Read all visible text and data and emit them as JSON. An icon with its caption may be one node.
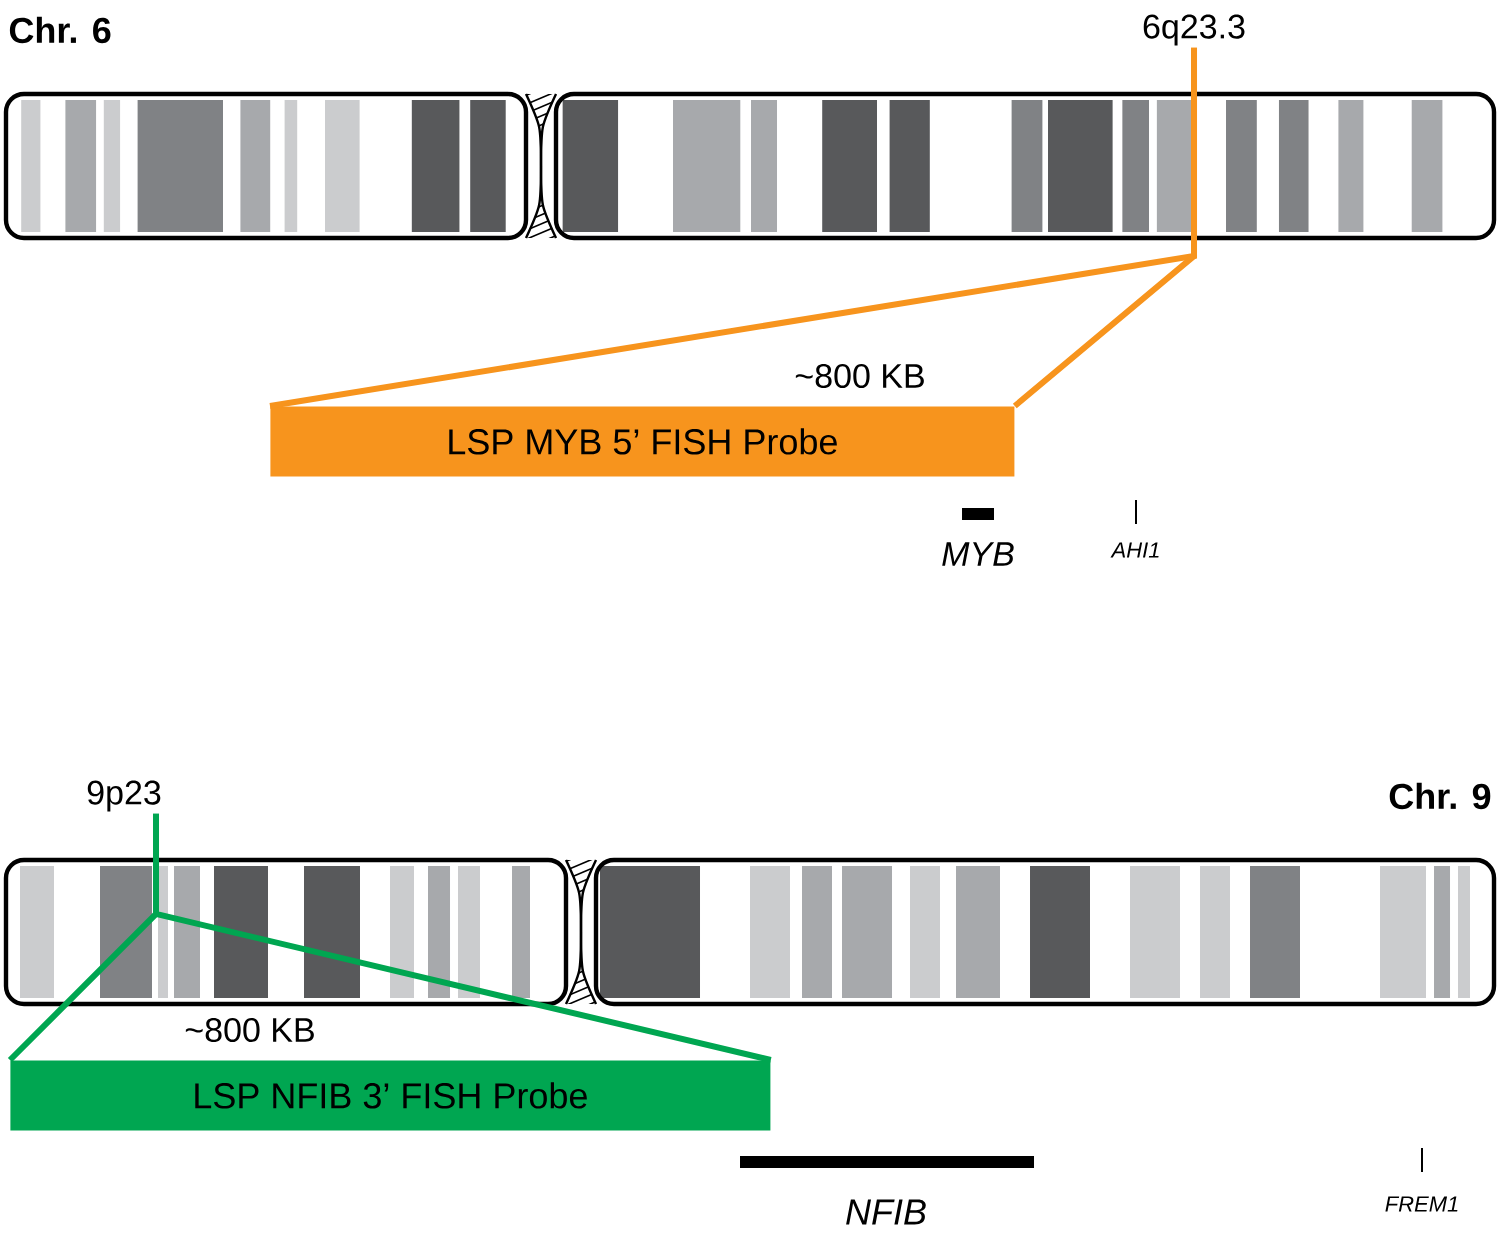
{
  "diagram": {
    "nodes": [
      {
        "text": [
          "Chr. 6"
        ]
      },
      {
        "text": [
          "6q23.3"
        ]
      },
      {
        "text": [
          "LSP MYB 5’ FISH Probe"
        ],
        "beside": [
          "~800 KB"
        ]
      },
      {
        "text": [
          "Chr. 9"
        ]
      },
      {
        "text": [
          "9p23"
        ]
      },
      {
        "text": [
          "LSP NFIB 3’ FISH Probe"
        ],
        "beside": [
          "~800 KB"
        ]
      }
    ],
    "edges": [
      {
        "from": 1,
        "to": 2,
        "arrow": "none",
        "color": "#f7941d"
      },
      {
        "from": 1,
        "to": 2,
        "arrow": "none",
        "color": "#f7941d"
      },
      {
        "from": 4,
        "to": 5,
        "arrow": "none",
        "color": "#00a651"
      },
      {
        "from": 4,
        "to": 5,
        "arrow": "none",
        "color": "#00a651"
      }
    ],
    "labels": [
      "MYB",
      "AHI1",
      "NFIB",
      "FREM1"
    ]
  }
}
